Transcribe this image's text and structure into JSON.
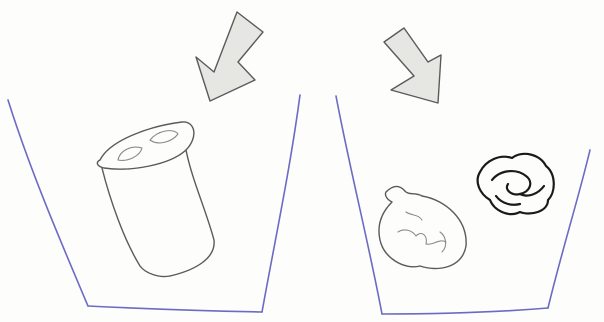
{
  "image": {
    "kind": "hand-drawn pencil sketch",
    "colors": {
      "pencil": "#5a5a5a",
      "bin_outline": "#6b6bc4",
      "ink_scribble": "#1a1a1a",
      "arrow_shading": "#e6e6e2",
      "paper": "#fdfdfc"
    },
    "panels": [
      {
        "id": "left",
        "contents": [
          "down-left-arrow",
          "waste-bin",
          "tilted-cup"
        ]
      },
      {
        "id": "right",
        "contents": [
          "down-right-arrow",
          "waste-bin",
          "crumpled-paper-pencil",
          "crumpled-paper-ink"
        ]
      }
    ]
  }
}
